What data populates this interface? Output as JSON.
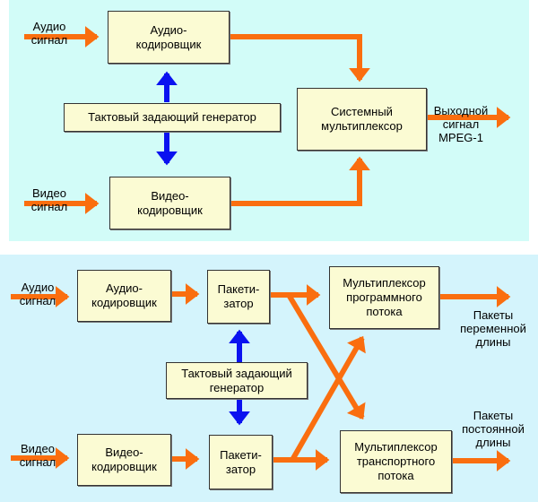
{
  "colors": {
    "signal_arrow": "#fa6e0f",
    "clock_arrow": "#0a12f0",
    "box_fill": "#fbfbd3",
    "top_panel_bg": "#d2fcf8",
    "bottom_panel_bg": "#d4f4fc"
  },
  "top": {
    "audio_input": "Аудио\nсигнал",
    "video_input": "Видео\nсигнал",
    "audio_encoder": "Аудио-\nкодировщик",
    "video_encoder": "Видео-\nкодировщик",
    "clock": "Тактовый задающий генератор",
    "system_mux": "Системный\nмультиплексор",
    "output": "Выходной\nсигнал\nMPEG-1"
  },
  "bottom": {
    "audio_input": "Аудио\nсигнал",
    "video_input": "Видео\nсигнал",
    "audio_encoder": "Аудио-\nкодировщик",
    "video_encoder": "Видео-\nкодировщик",
    "audio_packetizer": "Пакети-\nзатор",
    "video_packetizer": "Пакети-\nзатор",
    "clock": "Тактовый задающий\nгенератор",
    "program_mux": "Мультиплексор\nпрограммного\nпотока",
    "transport_mux": "Мультиплексор\nтранспортного\nпотока",
    "program_output": "Пакеты\nпеременной\nдлины",
    "transport_output": "Пакеты\nпостоянной\nдлины"
  }
}
